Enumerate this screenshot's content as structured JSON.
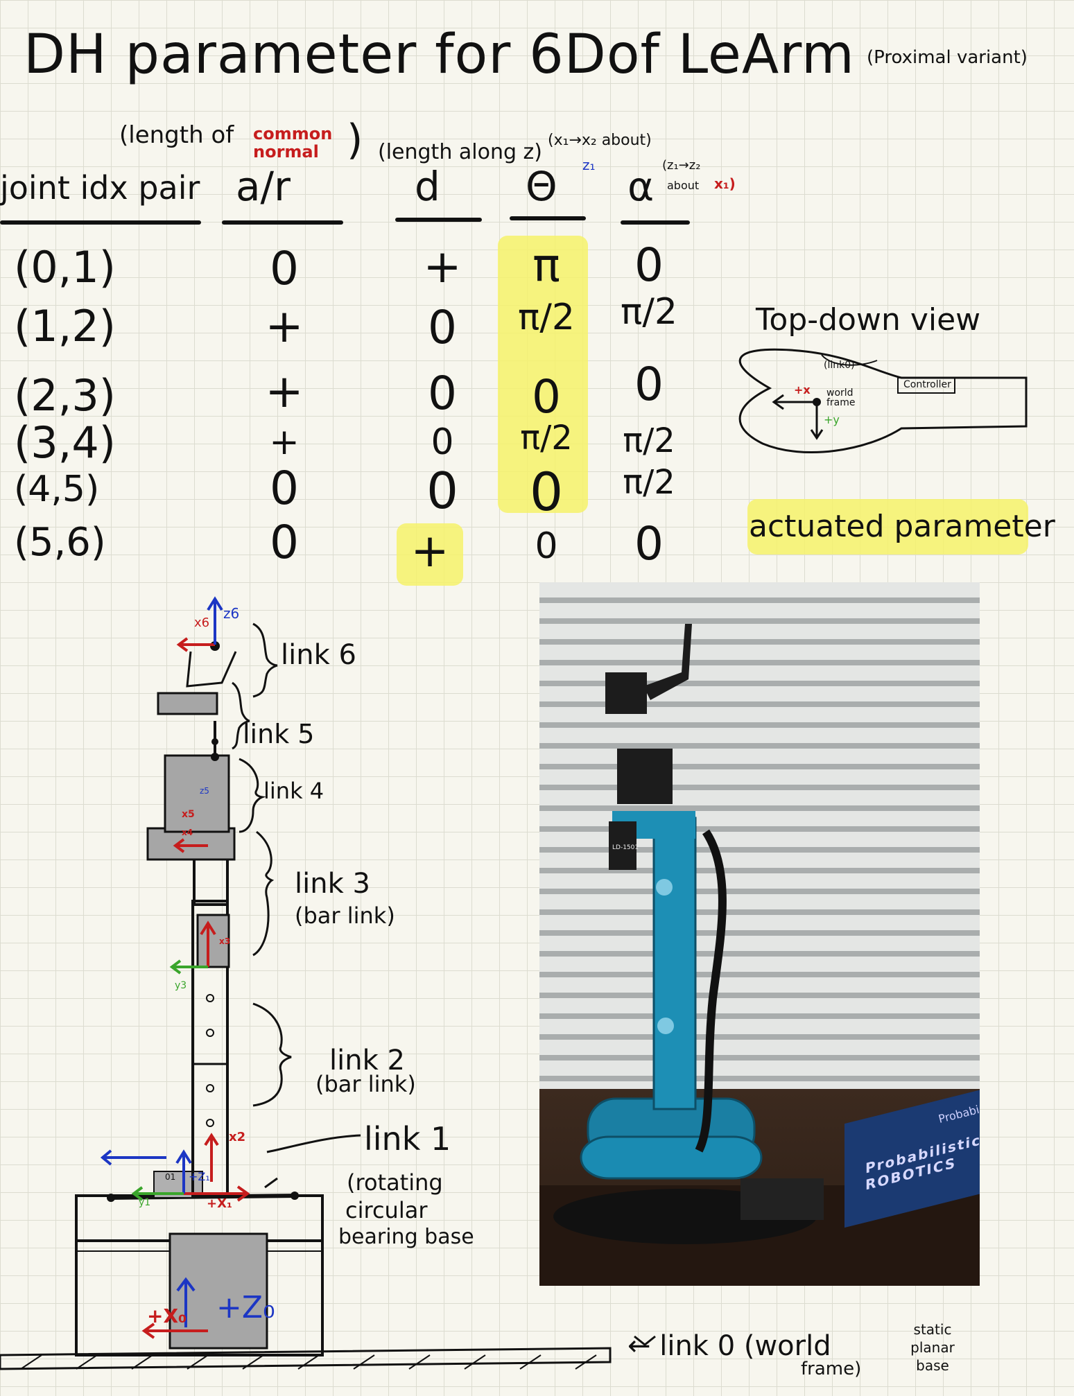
{
  "title": "DH parameter for 6Dof LeArm",
  "subtitle": "(Proximal variant)",
  "annotations": {
    "a_note_prefix": "(length of",
    "a_note_red": "common normal",
    "a_note_suffix": ")",
    "d_note": "(length along z)",
    "theta_note": "(x₁→x₂ about)",
    "theta_note_axis": "z₁",
    "alpha_note": "(z₁→z₂",
    "alpha_note_about": "about",
    "alpha_note_axis": "x₁)"
  },
  "table": {
    "headers": [
      "joint idx pair",
      "a/r",
      "d",
      "Θ",
      "α"
    ],
    "rows": [
      {
        "pair": "(0,1)",
        "a": "0",
        "d": "+",
        "theta": "π",
        "alpha": "0"
      },
      {
        "pair": "(1,2)",
        "a": "+",
        "d": "0",
        "theta": "π/2",
        "alpha": "π/2"
      },
      {
        "pair": "(2,3)",
        "a": "+",
        "d": "0",
        "theta": "0",
        "alpha": "0"
      },
      {
        "pair": "(3,4)",
        "a": "+",
        "d": "0",
        "theta": "π/2",
        "alpha": "π/2"
      },
      {
        "pair": "(4,5)",
        "a": "0",
        "d": "0",
        "theta": "0",
        "alpha": "π/2"
      },
      {
        "pair": "(5,6)",
        "a": "0",
        "d": "+",
        "theta": "0",
        "alpha": "0"
      }
    ]
  },
  "topdown": {
    "title": "Top-down view",
    "link_label": "(link0)",
    "world_label": "world frame",
    "controller_label": "Controller",
    "x_label": "+x",
    "y_label": "+y"
  },
  "legend": {
    "actuated": "actuated parameter",
    "highlight_color": "#f6f26a"
  },
  "diagram": {
    "link6": "link 6",
    "link5": "link 5",
    "link4": "link 4",
    "link3": "link 3",
    "link3_sub": "(bar link)",
    "link2": "link 2",
    "link2_sub": "(bar link)",
    "link1": "link 1",
    "link1_sub1": "(rotating",
    "link1_sub2": "circular",
    "link1_sub3": "bearing base",
    "link0": "← link 0 (world",
    "link0_sub": "frame)",
    "link0_note": "static planar base",
    "x0": "+X₀",
    "z0": "+Z₀",
    "x1": "+X₁",
    "z1": "+Z₁",
    "x2": "x2",
    "y1": "y1",
    "y3": "y3",
    "x3": "x3",
    "x4": "x4",
    "x5": "x5",
    "z5": "z5",
    "x6": "x6",
    "z6": "z6",
    "o1": "01",
    "colors": {
      "x_axis": "#c61d1d",
      "y_axis": "#3aa52b",
      "z_axis": "#1c36c4"
    }
  },
  "photo": {
    "book_text": "Probabilistic ROBOTICS",
    "book_spine": "Probabi",
    "servo_label": "LD-1501"
  }
}
